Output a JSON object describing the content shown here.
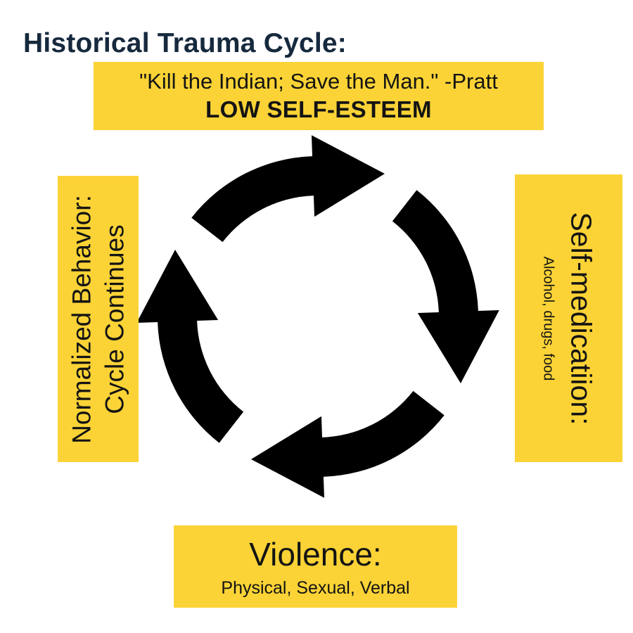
{
  "colors": {
    "yellow": "#FBD336",
    "navy": "#16293D",
    "ink": "#141414",
    "arrow": "#000000"
  },
  "title": {
    "text": "Historical Trauma Cycle:"
  },
  "stages": {
    "top": {
      "quote": "\"Kill the Indian; Save the Man.\" -Pratt",
      "label": "LOW SELF-ESTEEM"
    },
    "right": {
      "label": "Self-medicatiion:",
      "sublabel": "Alcohol, drugs, food"
    },
    "bottom": {
      "label": "Violence:",
      "sublabel": "Physical, Sexual, Verbal"
    },
    "left": {
      "label": "Normalized Behavior:",
      "sublabel": "Cycle Continues"
    }
  },
  "cycle": {
    "direction": "clockwise",
    "arrow_count": 4,
    "icon": "clockwise-cycle-arrows-icon"
  }
}
